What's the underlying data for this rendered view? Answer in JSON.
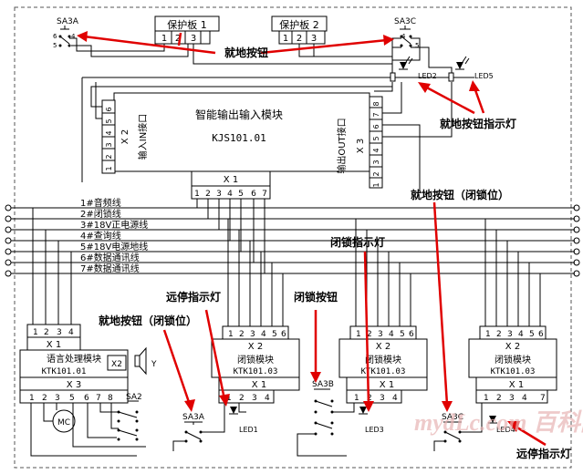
{
  "protect_boards": [
    "保护板 1",
    "保护板 2"
  ],
  "pin_nums": {
    "p1": "1",
    "p2": "2",
    "p3": "3",
    "p4": "4",
    "p5": "5",
    "p6": "6",
    "p7": "7",
    "p8": "8"
  },
  "switches": {
    "sa3a": "SA3A",
    "sa3c": "SA3C",
    "sa3b": "SA3B",
    "sa2": "SA2"
  },
  "leds": {
    "led1": "LED1",
    "led2": "LED2",
    "led3": "LED3",
    "led4": "LED4",
    "led5": "LED5"
  },
  "io_module": {
    "title": "智能输出输入模块",
    "model": "KJS101.01",
    "x2": "X 2",
    "x3": "X 3",
    "in_label": "输入IN接口",
    "out_label": "输出OUT接口",
    "x1": "X 1"
  },
  "lines": [
    "1#音频线",
    "2#闭锁线",
    "3#18V正电源线",
    "4#查询线",
    "5#18V电源地线",
    "6#数据通讯线",
    "7#数据通讯线"
  ],
  "voice_module": {
    "x1": "X 1",
    "title": "语言处理模块",
    "model": "KTK101.01",
    "x2": "X2",
    "x3": "X 3",
    "mic": "MC",
    "spk": "Y"
  },
  "lock_module": {
    "x2": "X 2",
    "title": "闭锁模块",
    "model": "KTK101.03",
    "x1": "X 1"
  },
  "annotations": {
    "local_button": "就地按钮",
    "local_button_led": "就地按钮指示灯",
    "local_button_locked": "就地按钮（闭锁位）",
    "lock_indicator": "闭锁指示灯",
    "remote_stop_led": "远停指示灯",
    "lock_button": "闭锁按钮",
    "remote_stop_led2": "远停指示灯"
  },
  "watermark": "mydLc.com 百科网"
}
